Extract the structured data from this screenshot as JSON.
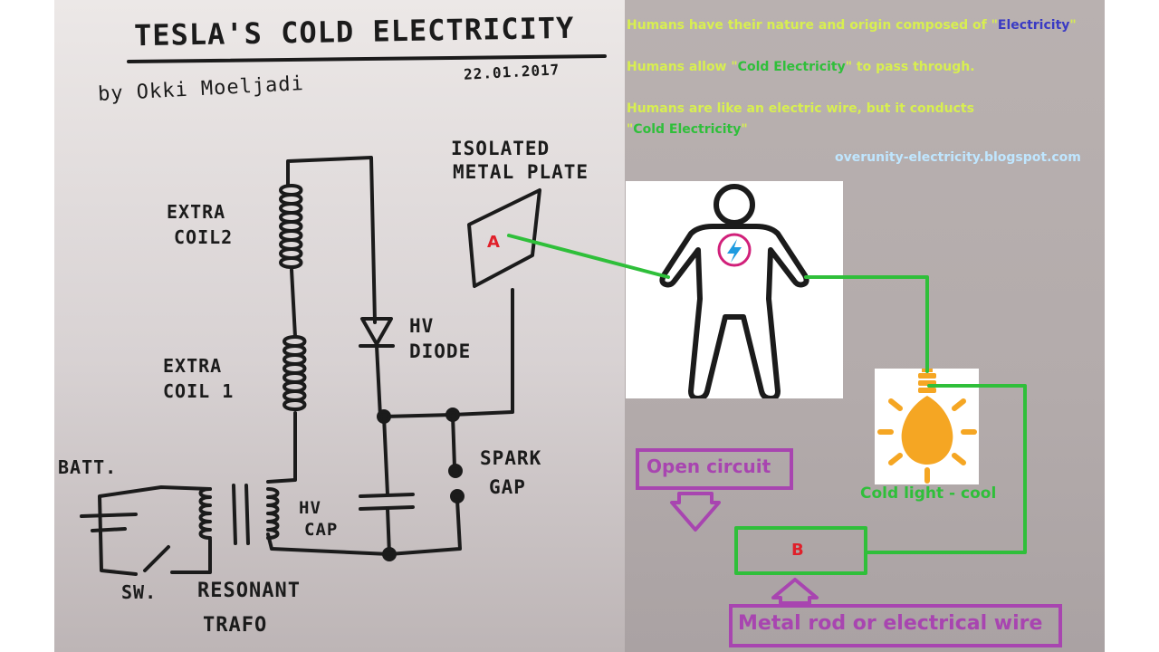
{
  "sketch": {
    "title": "TESLA'S COLD ELECTRICITY",
    "author": "by Okki Moeljadi",
    "date": "22.01.2017",
    "labels": {
      "isolated_1": "ISOLATED",
      "isolated_2": "METAL PLATE",
      "extra_coil2_1": "EXTRA",
      "extra_coil2_2": "COIL2",
      "extra_coil1_1": "EXTRA",
      "extra_coil1_2": "COIL 1",
      "hv_diode_1": "HV",
      "hv_diode_2": "DIODE",
      "batt": "BATT.",
      "hv_cap_1": "HV",
      "hv_cap_2": "CAP",
      "spark_gap_1": "SPARK",
      "spark_gap_2": "GAP",
      "sw": "SW.",
      "resonant_1": "RESONANT",
      "resonant_2": "TRAFO"
    }
  },
  "notes": {
    "line1_a": "Humans have their nature and origin composed of \"",
    "line1_b": "Electricity",
    "line1_c": "\"",
    "line2_a": "Humans allow \"",
    "line2_b": "Cold Electricity",
    "line2_c": "\" to pass through.",
    "line3": "Humans are like an electric wire, but it conducts",
    "line4_a": "\"",
    "line4_b": "Cold Electricity",
    "line4_c": "\""
  },
  "website": "overunity-electricity.blogspot.com",
  "point_a": "A",
  "point_b": "B",
  "open_circuit": "Open circuit",
  "cold_light": "Cold light - cool",
  "metal_rod": "Metal rod or electrical wire",
  "colors": {
    "wire": "#2fbf3a",
    "label_box": "#a845b0",
    "note": "#d8ef50",
    "point_label": "#e0202a",
    "bulb": "#f5a623",
    "heart": "#d1207a",
    "bolt": "#1e9be0"
  },
  "icons": [
    "human-figure-icon",
    "lightning-icon",
    "light-bulb-icon",
    "down-arrow-icon",
    "up-arrow-icon"
  ]
}
